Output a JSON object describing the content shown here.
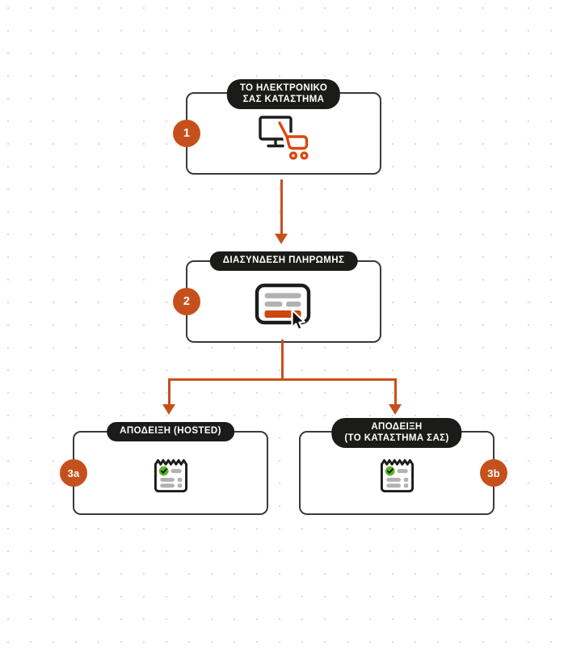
{
  "colors": {
    "accent": "#c6501c",
    "icon_orange": "#d9480c",
    "bar_orange": "#cc470d",
    "green": "#5bb723",
    "pill_bg": "#1b1b19",
    "node_border": "#3a3a38",
    "bar_gray": "#b2b2b2",
    "dot_grid": "#dedede"
  },
  "nodes": {
    "step1": {
      "badge": "1",
      "title_line1": "ΤΟ ΗΛΕΚΤΡΟΝΙΚΟ",
      "title_line2": "ΣΑΣ ΚΑΤΑΣΤΗΜΑ",
      "icon": "monitor-shopping-cart"
    },
    "step2": {
      "badge": "2",
      "title": "ΔΙΑΣΥΝΔΕΣΗ ΠΛΗΡΩΜΗΣ",
      "icon": "payment-form-click"
    },
    "step3a": {
      "badge": "3a",
      "title": "ΑΠΟΔΕΙΞΗ (HOSTED)",
      "icon": "receipt-check"
    },
    "step3b": {
      "badge": "3b",
      "title_line1": "ΑΠΟΔΕΙΞΗ",
      "title_line2": "(ΤΟ ΚΑΤΑΣΤΗΜΑ ΣΑΣ)",
      "icon": "receipt-check"
    }
  },
  "connections": [
    {
      "from": "step1",
      "to": "step2",
      "style": "straight-arrow-down"
    },
    {
      "from": "step2",
      "to": "step3a",
      "style": "branch-arrow-down"
    },
    {
      "from": "step2",
      "to": "step3b",
      "style": "branch-arrow-down"
    }
  ]
}
